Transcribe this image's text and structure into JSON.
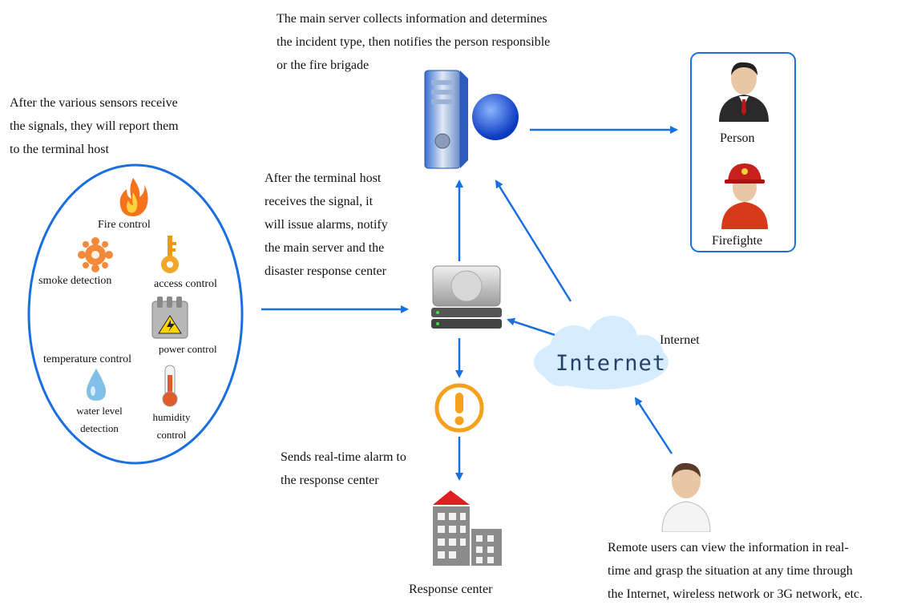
{
  "texts": {
    "main_server_note": "The main server collects information and determines\nthe incident type, then notifies the person responsible\nor the fire brigade",
    "sensors_note": "After the various sensors receive\nthe signals, they will report them\nto the terminal host",
    "terminal_note": "After the terminal host\nreceives the signal, it\nwill issue alarms, notify\nthe main server and the\ndisaster response center",
    "alarm_note": "Sends real-time alarm to\nthe response center",
    "remote_note": "Remote users can view the information in real-\ntime and grasp the situation at any time through\nthe Internet, wireless network or 3G network, etc."
  },
  "sensors": {
    "fire": "Fire control",
    "smoke": "smoke detection",
    "access": "access control",
    "power": "power control",
    "temperature": "temperature control",
    "water": "water level\ndetection",
    "humidity": "humidity\ncontrol"
  },
  "recipients": {
    "person": "Person",
    "firefighter": "Firefighte"
  },
  "internet": {
    "cloud_text": "Internet",
    "label": "Internet"
  },
  "response_center": "Response center",
  "colors": {
    "arrow": "#1a6fe0",
    "ellipse": "#1a6fe0",
    "alert": "#f5a11c",
    "building_roof": "#e02020",
    "cloud": "#d6ecff"
  }
}
